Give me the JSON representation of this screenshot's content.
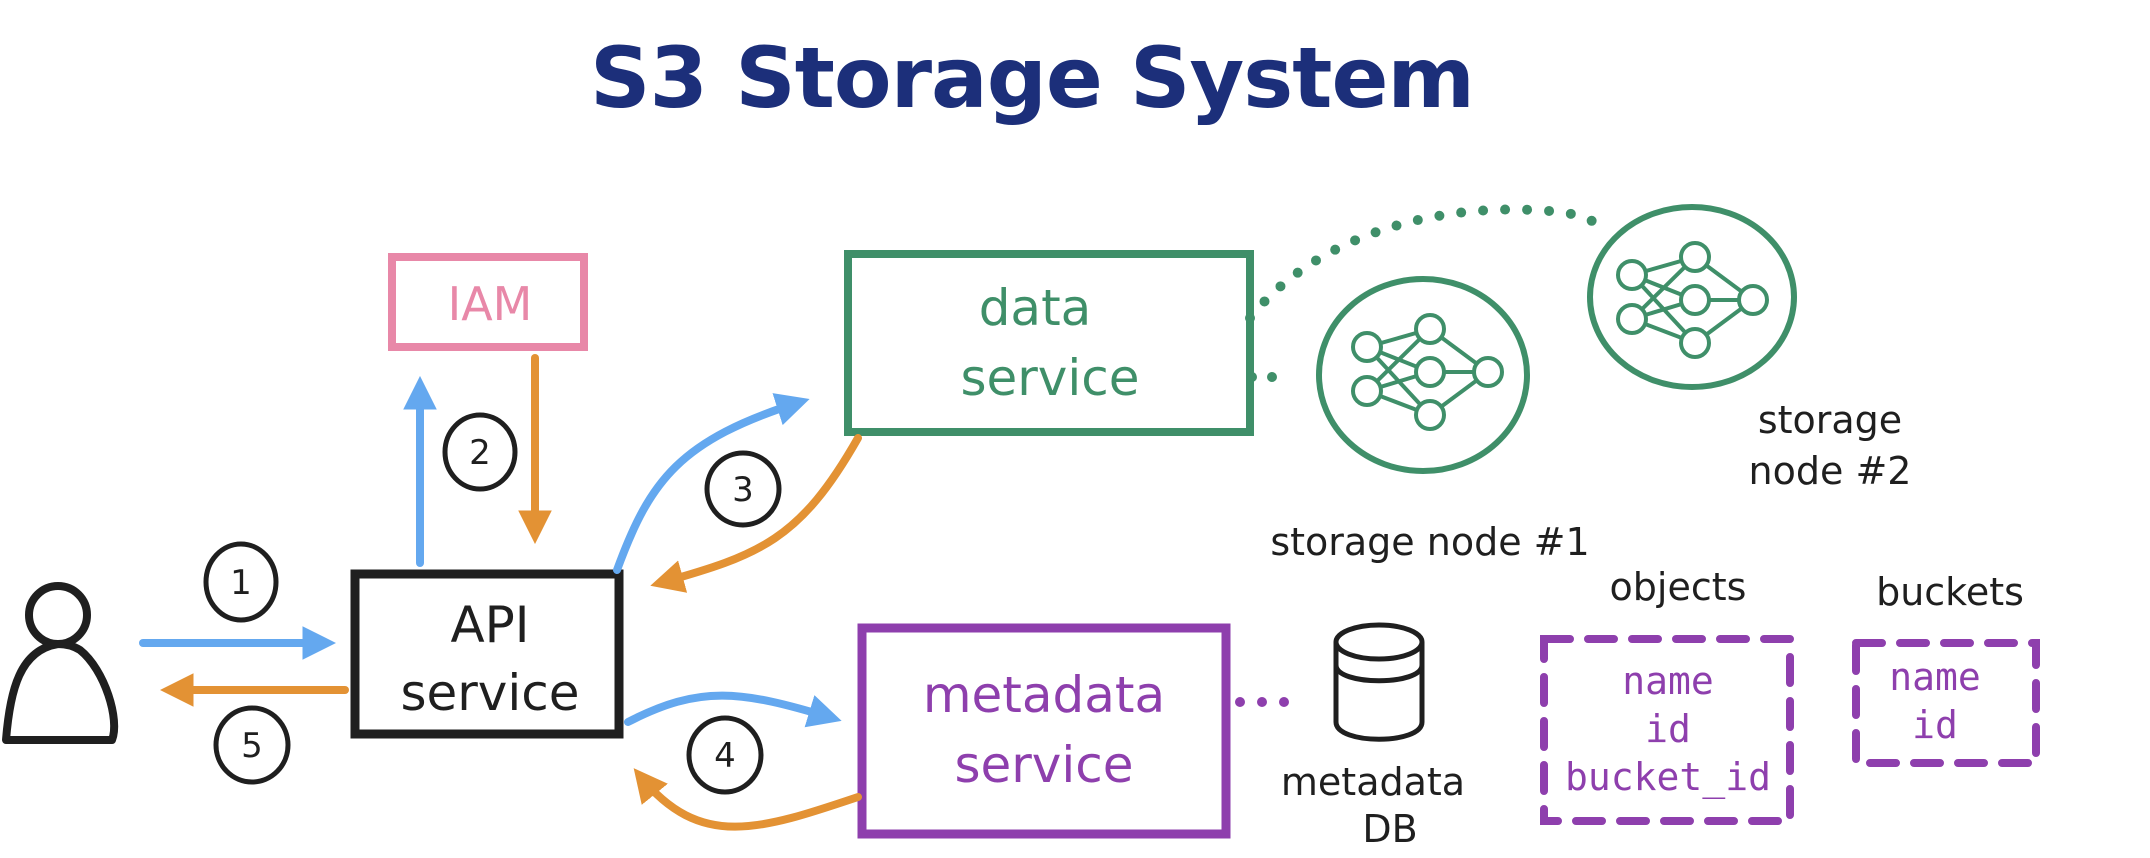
{
  "title": "S3 Storage System",
  "colors": {
    "title": "#1c2f7a",
    "ink": "#1f1f1f",
    "request_arrow": "#64a8ef",
    "response_arrow": "#e39234",
    "iam": "#e888a8",
    "data_service": "#3f8f69",
    "metadata": "#8e3fad"
  },
  "nodes": {
    "user": {
      "label": "user"
    },
    "api_service": {
      "lines": [
        "API",
        "service"
      ]
    },
    "iam": {
      "lines": [
        "IAM"
      ]
    },
    "data_service": {
      "lines": [
        "data",
        "service"
      ]
    },
    "metadata_service": {
      "lines": [
        "metadata",
        "service"
      ]
    },
    "storage_node_1": {
      "label": "storage node #1"
    },
    "storage_node_2": {
      "lines": [
        "storage",
        "node #2"
      ]
    },
    "metadata_db": {
      "lines": [
        "metadata",
        "DB"
      ]
    }
  },
  "tables": [
    {
      "name": "objects",
      "fields": [
        "name",
        "id",
        "bucket_id"
      ]
    },
    {
      "name": "buckets",
      "fields": [
        "name",
        "id"
      ]
    }
  ],
  "steps": [
    {
      "number": "1",
      "from": "user",
      "to": "API service",
      "type": "request"
    },
    {
      "number": "2",
      "from": "API service",
      "to": "IAM",
      "type": "request/response"
    },
    {
      "number": "3",
      "from": "API service",
      "to": "data service",
      "type": "request/response"
    },
    {
      "number": "4",
      "from": "API service",
      "to": "metadata service",
      "type": "request/response"
    },
    {
      "number": "5",
      "from": "API service",
      "to": "user",
      "type": "response"
    }
  ]
}
